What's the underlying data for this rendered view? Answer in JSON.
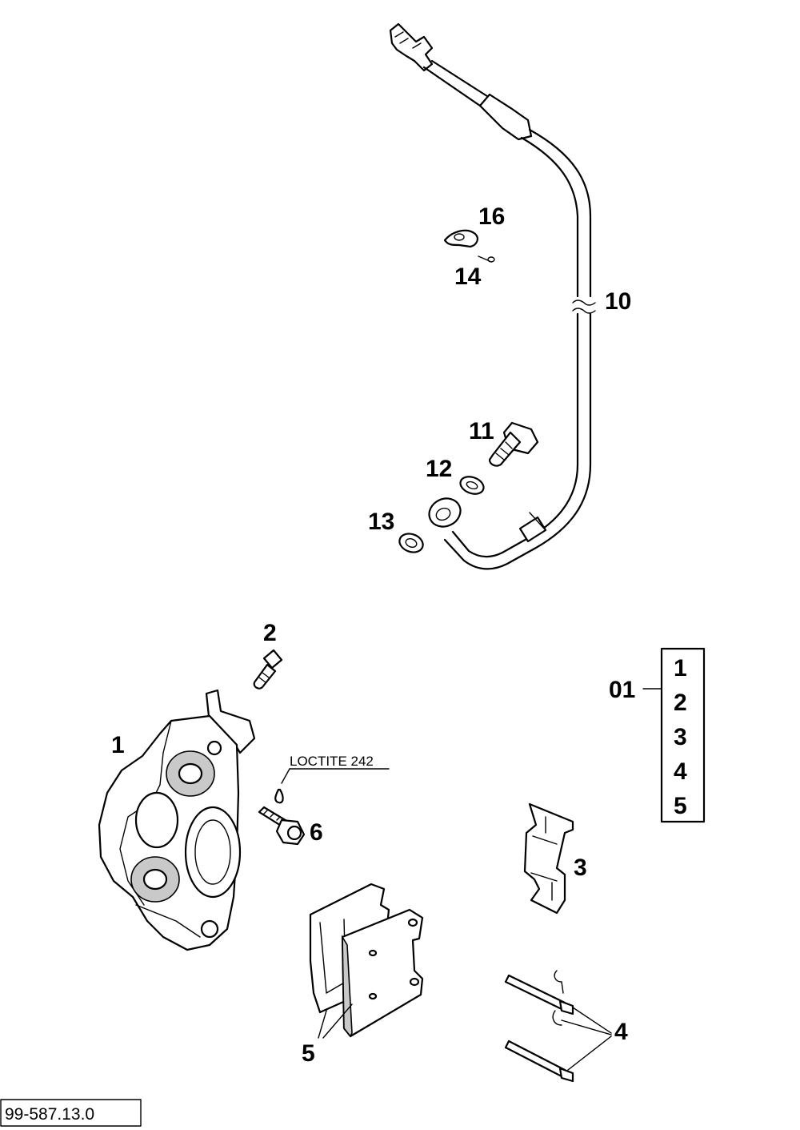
{
  "document_id": "99-587.13.0",
  "callouts": {
    "c1": "1",
    "c2": "2",
    "c3": "3",
    "c4": "4",
    "c5": "5",
    "c6": "6",
    "c10": "10",
    "c11": "11",
    "c12": "12",
    "c13": "13",
    "c14": "14",
    "c16": "16"
  },
  "note_label": "LOCTITE 242",
  "kit": {
    "label": "01",
    "items": [
      "1",
      "2",
      "3",
      "4",
      "5"
    ]
  }
}
